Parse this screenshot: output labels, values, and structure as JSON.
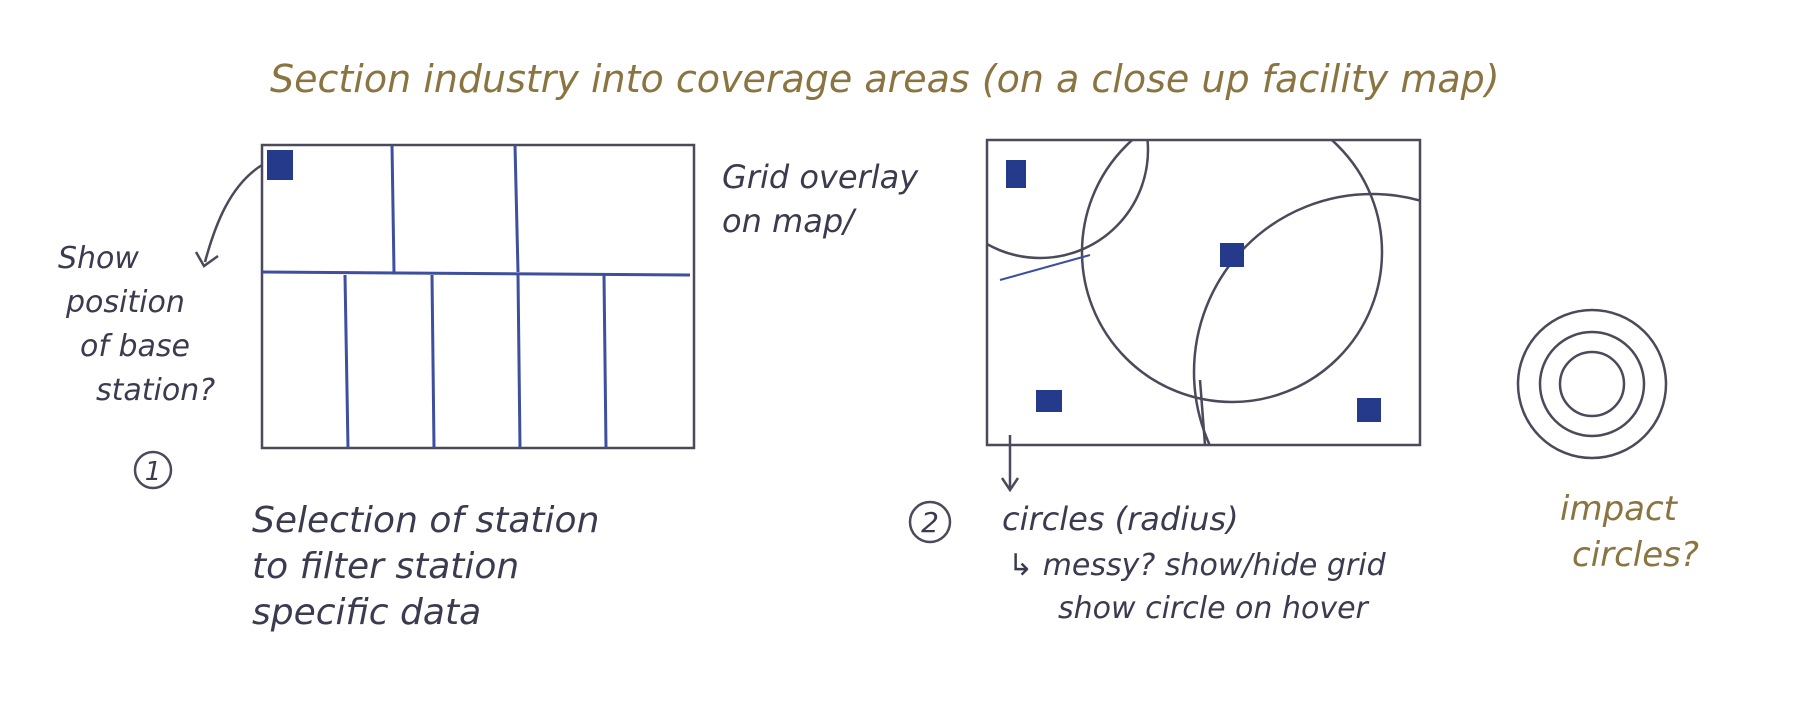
{
  "title": "Section industry into coverage areas (on a close up facility map)",
  "panel1": {
    "number": "1",
    "side_note_lines": [
      "Grid overlay",
      "on map/"
    ],
    "left_note_lines": [
      "Show",
      "position",
      "of base",
      "station?"
    ],
    "caption_lines": [
      "Selection of station",
      "to filter station",
      "specific data"
    ]
  },
  "panel2": {
    "number": "2",
    "caption_lines": [
      "circles (radius)",
      "↳ messy? show/hide grid",
      "show circle on hover"
    ]
  },
  "panel3": {
    "caption_lines": [
      "impact",
      "circles?"
    ]
  },
  "colors": {
    "title_ink": "#8a7440",
    "pencil": "#4a4a5a",
    "blue_ink": "#3d4f9e",
    "station": "#253a8a"
  }
}
